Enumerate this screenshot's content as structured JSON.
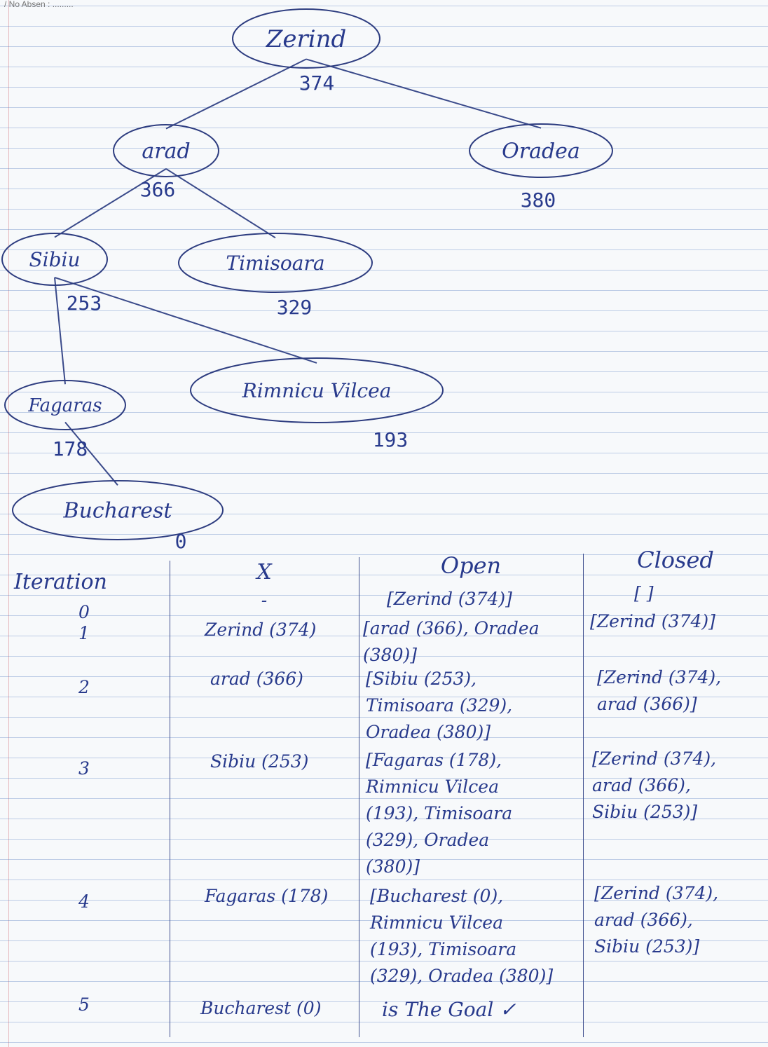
{
  "header": {
    "text": "/ No Absen : ........."
  },
  "tree": {
    "nodes": [
      {
        "id": "zerind",
        "label": "Zerind",
        "h": "374"
      },
      {
        "id": "arad",
        "label": "arad",
        "h": "366"
      },
      {
        "id": "oradea",
        "label": "Oradea",
        "h": "380"
      },
      {
        "id": "sibiu",
        "label": "Sibiu",
        "h": "253"
      },
      {
        "id": "timisoara",
        "label": "Timisoara",
        "h": "329"
      },
      {
        "id": "rimnicu",
        "label": "Rimnicu Vilcea",
        "h": "193"
      },
      {
        "id": "fagaras",
        "label": "Fagaras",
        "h": "178"
      },
      {
        "id": "bucharest",
        "label": "Bucharest",
        "h": "0"
      }
    ],
    "edges": [
      [
        "zerind",
        "arad"
      ],
      [
        "zerind",
        "oradea"
      ],
      [
        "arad",
        "sibiu"
      ],
      [
        "arad",
        "timisoara"
      ],
      [
        "sibiu",
        "fagaras"
      ],
      [
        "sibiu",
        "rimnicu"
      ],
      [
        "fagaras",
        "bucharest"
      ]
    ]
  },
  "table": {
    "headers": {
      "iteration": "Iteration",
      "x": "X",
      "open": "Open",
      "closed": "Closed"
    },
    "rows": [
      {
        "iteration": "0",
        "x": "-",
        "open": "[Zerind (374)]",
        "closed": "[ ]"
      },
      {
        "iteration": "1",
        "x": "Zerind (374)",
        "open": "[arad (366), Oradea\n(380)]",
        "closed": "[Zerind (374)]"
      },
      {
        "iteration": "2",
        "x": "arad (366)",
        "open": "[Sibiu (253),\nTimisoara (329),\nOradea (380)]",
        "closed": "[Zerind (374),\narad (366)]"
      },
      {
        "iteration": "3",
        "x": "Sibiu (253)",
        "open": "[Fagaras (178),\nRimnicu Vilcea\n(193), Timisoara\n(329), Oradea\n(380)]",
        "closed": "[Zerind (374),\narad (366),\nSibiu (253)]"
      },
      {
        "iteration": "4",
        "x": "Fagaras (178)",
        "open": "[Bucharest (0),\nRimnicu Vilcea\n(193), Timisoara\n(329), Oradea (380)]",
        "closed": "[Zerind (374),\narad (366),\nSibiu (253)]"
      },
      {
        "iteration": "5",
        "x": "Bucharest (0)",
        "open": "is The Goal ✓",
        "closed": ""
      }
    ]
  }
}
